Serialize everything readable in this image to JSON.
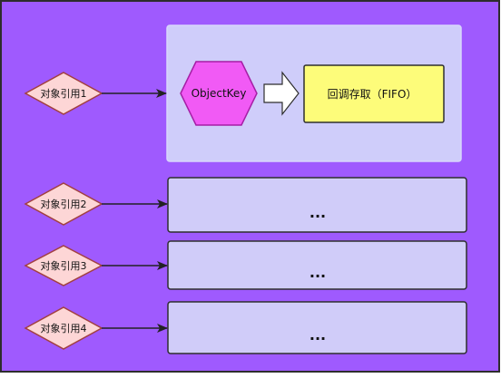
{
  "colors": {
    "background": "#9f5afe",
    "frame_border": "#2d2d2d",
    "container_fill": "#d0ccf9",
    "container_border": "#2e2e2e",
    "highlight_container_fill": "#cfcdfa",
    "diamond_fill": "#fdd6d6",
    "diamond_border": "#a24040",
    "hexagon_fill": "#f15af5",
    "hexagon_border": "#a51ea5",
    "callback_fill": "#fdfc7a",
    "callback_border": "#2e2e2e",
    "arrow_color": "#222222",
    "block_arrow_fill": "#ffffff"
  },
  "references": [
    {
      "label": "对象引用1"
    },
    {
      "label": "对象引用2"
    },
    {
      "label": "对象引用3"
    },
    {
      "label": "对象引用4"
    }
  ],
  "key_node": {
    "label": "ObjectKey",
    "shape": "hexagon"
  },
  "callback_node": {
    "label": "回调存取（FIFO）"
  },
  "placeholders": [
    {
      "label": "..."
    },
    {
      "label": "..."
    },
    {
      "label": "..."
    }
  ]
}
